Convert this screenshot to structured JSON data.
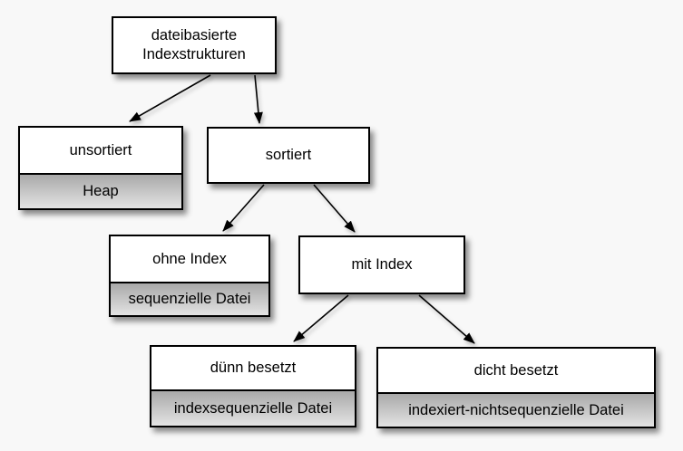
{
  "diagram": {
    "type": "tree",
    "language": "de",
    "colors": {
      "background": "#f8f8f8",
      "node_fill": "#ffffff",
      "node_border": "#000000",
      "sub_section_gradient_top": "#a9a9a9",
      "sub_section_gradient_bottom": "#e3e3e3",
      "text": "#000000",
      "arrow": "#000000"
    },
    "nodes": {
      "root": {
        "label": "dateibasierte Indexstrukturen"
      },
      "unsortiert": {
        "label": "unsortiert",
        "sublabel": "Heap"
      },
      "sortiert": {
        "label": "sortiert"
      },
      "ohne_index": {
        "label": "ohne Index",
        "sublabel": "sequenzielle Datei"
      },
      "mit_index": {
        "label": "mit Index"
      },
      "duenn": {
        "label": "dünn besetzt",
        "sublabel": "indexsequenzielle Datei"
      },
      "dicht": {
        "label": "dicht besetzt",
        "sublabel": "indexiert-nichtsequenzielle Datei"
      }
    },
    "edges": [
      {
        "from": "root",
        "to": "unsortiert"
      },
      {
        "from": "root",
        "to": "sortiert"
      },
      {
        "from": "sortiert",
        "to": "ohne_index"
      },
      {
        "from": "sortiert",
        "to": "mit_index"
      },
      {
        "from": "mit_index",
        "to": "duenn"
      },
      {
        "from": "mit_index",
        "to": "dicht"
      }
    ]
  }
}
